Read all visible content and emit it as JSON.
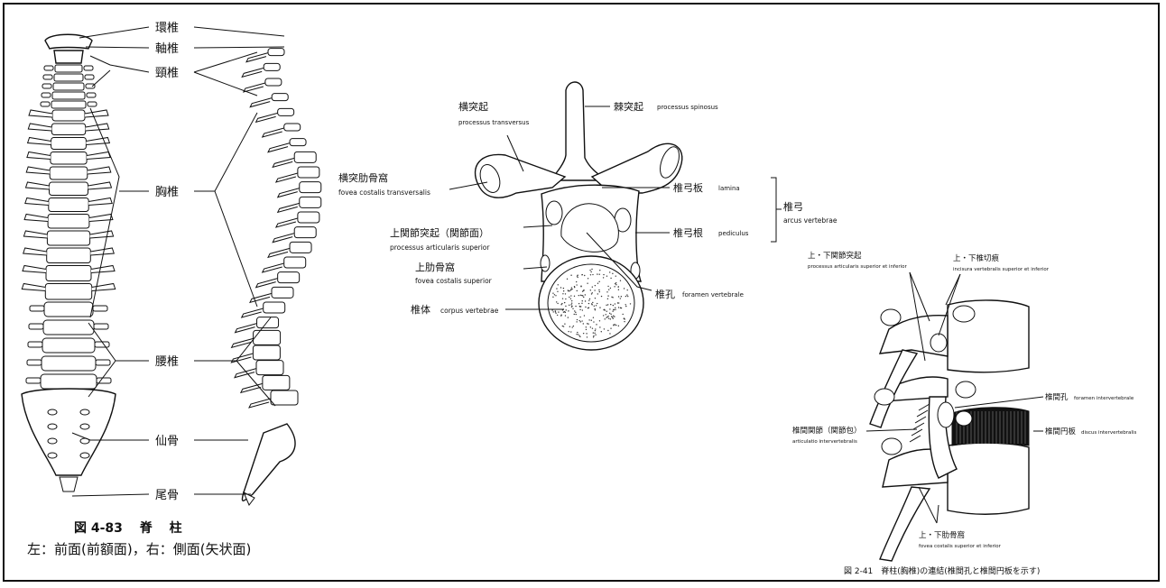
{
  "spine": {
    "labels": {
      "atlas": "環椎",
      "axis": "軸椎",
      "cervical": "頸椎",
      "thoracic": "胸椎",
      "lumbar": "腰椎",
      "sacrum": "仙骨",
      "coccyx": "尾骨"
    },
    "caption_title": "図 4-83　 脊　 柱",
    "caption_sub": "左：前面(前額面)，右：側面(矢状面)"
  },
  "vertebra": {
    "transverse_jp": "横突起",
    "transverse_lat": "processus transversus",
    "spinous_jp": "棘突起",
    "spinous_lat": "processus spinosus",
    "fovea_tr_jp": "横突肋骨窩",
    "fovea_tr_lat": "fovea costalis transversalis",
    "lamina_jp": "椎弓板",
    "lamina_lat": "lamina",
    "arch_jp": "椎弓",
    "arch_lat": "arcus vertebrae",
    "pedicle_jp": "椎弓根",
    "pedicle_lat": "pediculus",
    "sup_art_jp": "上関節突起（関節面）",
    "sup_art_lat": "processus articularis superior",
    "sup_fovea_jp": "上肋骨窩",
    "sup_fovea_lat": "fovea costalis superior",
    "foramen_jp": "椎孔",
    "foramen_lat": "foramen vertebrale",
    "body_jp": "椎体",
    "body_lat": "corpus vertebrae"
  },
  "joint": {
    "art_proc_jp": "上・下関節突起",
    "art_proc_lat": "processus articularis superior et inferior",
    "notch_jp": "上・下椎切痕",
    "notch_lat": "incisura vertebralis superior et inferior",
    "iv_foramen_jp": "椎間孔",
    "iv_foramen_lat": "foramen intervertebrale",
    "iv_joint_jp": "椎間関節（関節包）",
    "iv_joint_lat": "articulatio intervertebralis",
    "iv_disc_jp": "椎間円板",
    "iv_disc_lat": "discus intervertebralis",
    "costal_fovea_jp": "上・下肋骨窩",
    "costal_fovea_lat": "fovea costalis superior et inferior",
    "caption": "図 2-41　脊柱(胸椎)の連結(椎間孔と椎間円板を示す)"
  }
}
